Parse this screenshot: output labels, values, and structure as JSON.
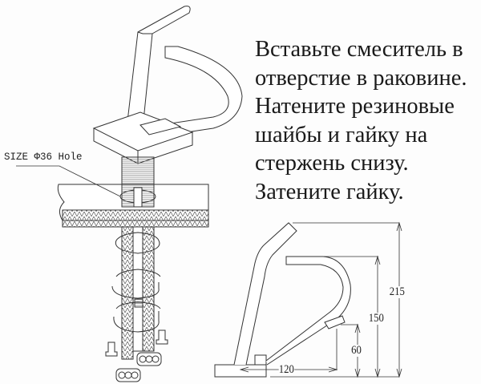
{
  "instructions": [
    "Вставьте смеситель в",
    "отверстие в раковине.",
    "Натените резиновые",
    "шайбы и гайку на",
    "стержень снизу.",
    "Затените гайку."
  ],
  "hole_label": "SIZE Φ36 Hole",
  "dimensions": {
    "total_height": "215",
    "spout_height": "150",
    "spout_clearance": "60",
    "spout_reach": "120"
  },
  "colors": {
    "line": "#333333",
    "text": "#1a1a1a"
  }
}
